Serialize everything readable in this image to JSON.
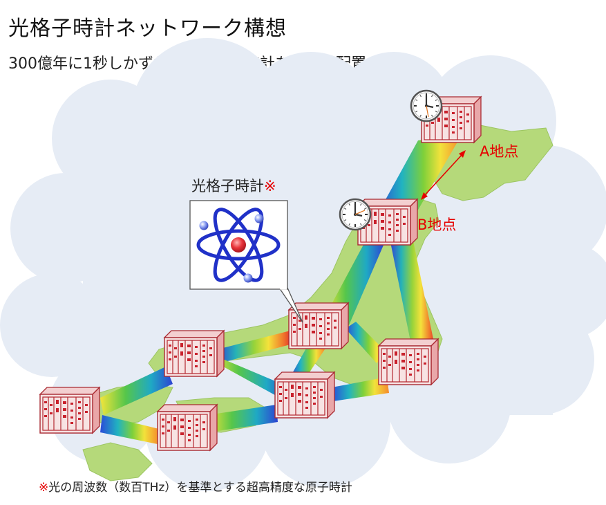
{
  "title": "光格子時計ネットワーク構想",
  "subtitle": "300億年に1秒しかずれない光格子時計を全国に配置",
  "callout": {
    "label": "光格子時計",
    "mark": "※"
  },
  "points": {
    "a": "A地点",
    "b": "B地点"
  },
  "footnote": {
    "mark": "※",
    "text": "光の周波数（数百THz）を基準とする超高精度な原子時計"
  },
  "colors": {
    "accent_red": "#e60000",
    "cloud": "#e6ecf5",
    "land": "#b5d97a",
    "rack": "#c0303a"
  },
  "icons": [
    "atom-icon",
    "clock-icon",
    "rack-icon",
    "cloud-shape",
    "japan-map-shape"
  ]
}
